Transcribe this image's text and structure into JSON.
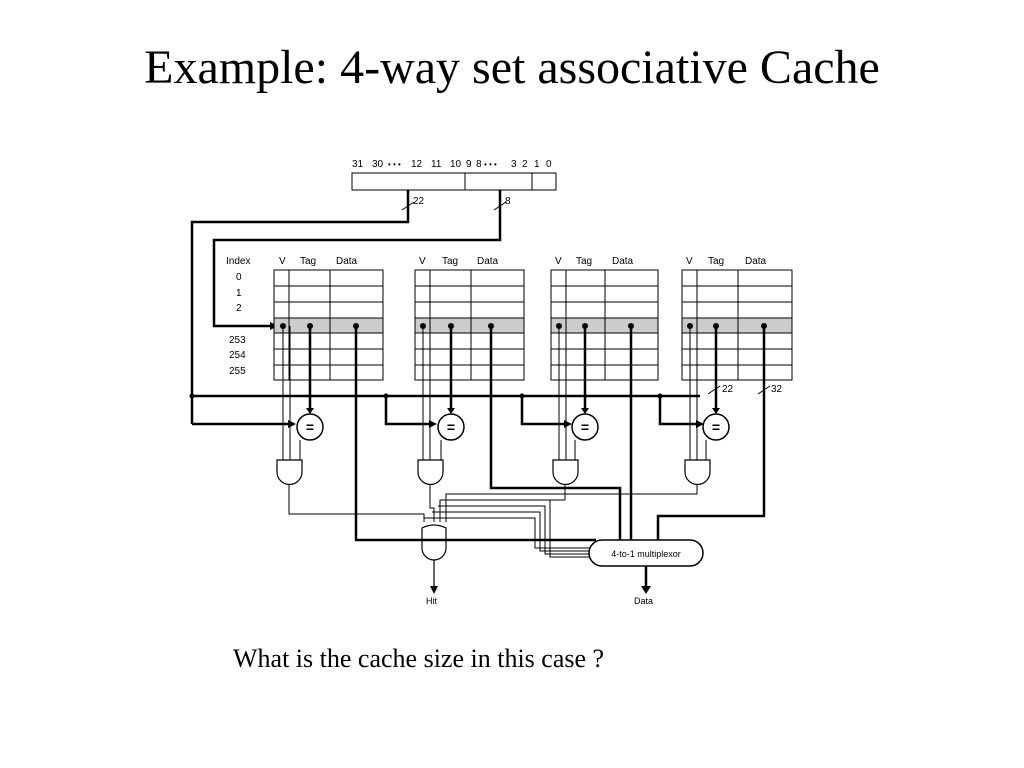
{
  "slide": {
    "title": "Example: 4-way set associative Cache",
    "question": "What is the cache size in this case ?"
  },
  "diagram": {
    "address_bits": {
      "b31": "31",
      "b30": "30",
      "dots1": "• • •",
      "b12": "12",
      "b11": "11",
      "b10": "10",
      "b9": "9",
      "b8": "8",
      "dots2": "• • •",
      "b3": "3",
      "b2": "2",
      "b1": "1",
      "b0": "0"
    },
    "tag_width": "22",
    "index_width": "8",
    "index_header": "Index",
    "index_values": [
      "0",
      "1",
      "2",
      "253",
      "254",
      "255"
    ],
    "column_headers": {
      "valid": "V",
      "tag": "Tag",
      "data": "Data"
    },
    "tag_bus_width": "22",
    "data_bus_width": "32",
    "comparator_symbol": "=",
    "mux_label": "4-to-1 multiplexor",
    "hit_label": "Hit",
    "data_label": "Data"
  },
  "colors": {
    "highlight_row": "#cccccc",
    "line": "#000000"
  }
}
